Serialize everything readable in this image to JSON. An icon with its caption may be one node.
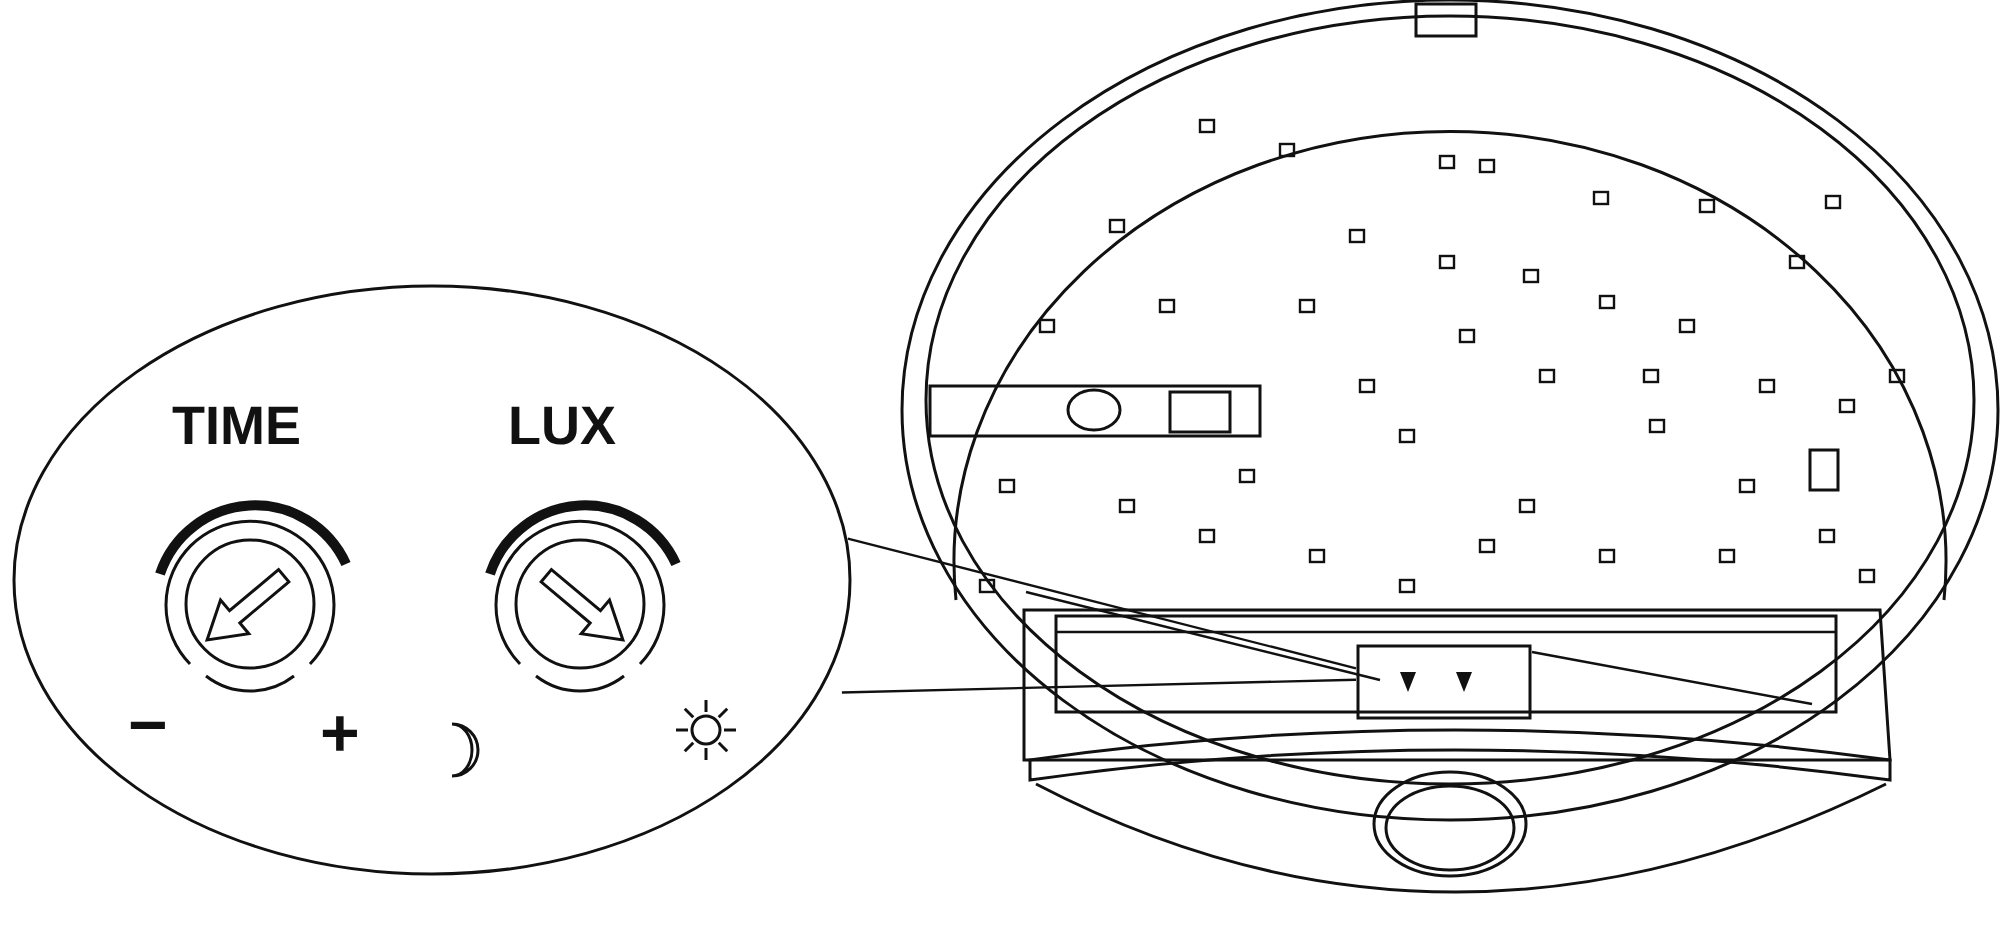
{
  "diagram": {
    "nodes": [
      {
        "text": [],
        "shape": "circle"
      },
      {
        "text": [],
        "shape": "box"
      }
    ],
    "edges": [
      {
        "from": 0,
        "to": 1,
        "arrow": "none"
      },
      {
        "from": 0,
        "to": 1,
        "arrow": "none"
      }
    ],
    "labels": [
      "TIME",
      "LUX",
      "−",
      "+"
    ]
  }
}
